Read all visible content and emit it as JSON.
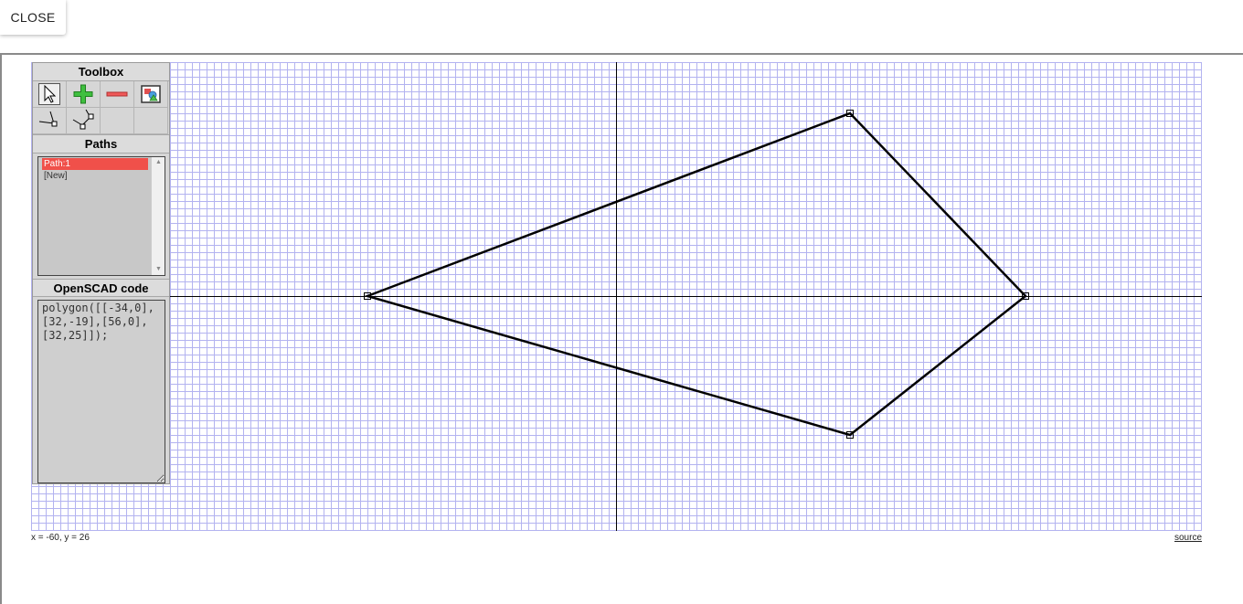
{
  "close_button": {
    "label": "CLOSE"
  },
  "toolbox": {
    "title": "Toolbox",
    "tools": [
      {
        "name": "select-tool",
        "icon": "cursor-arrow-icon",
        "active": true
      },
      {
        "name": "add-point-tool",
        "icon": "green-plus-icon",
        "active": false
      },
      {
        "name": "remove-point-tool",
        "icon": "red-minus-icon",
        "active": false
      },
      {
        "name": "background-image-tool",
        "icon": "image-icon",
        "active": false
      },
      {
        "name": "split-segment-tool",
        "icon": "node-split-icon",
        "active": false
      },
      {
        "name": "insert-node-tool",
        "icon": "node-insert-icon",
        "active": false
      }
    ]
  },
  "paths": {
    "title": "Paths",
    "items": [
      "Path:1",
      "[New]"
    ],
    "selected_index": 0,
    "selected_color": "#f0504a"
  },
  "openscad": {
    "title": "OpenSCAD code",
    "code": "polygon([[-34,0],[32,-19],[56,0],[32,25]]);"
  },
  "canvas": {
    "polygon_points": [
      [
        -34,
        0
      ],
      [
        32,
        25
      ],
      [
        56,
        0
      ],
      [
        32,
        -19
      ]
    ],
    "grid_color": "#b3b3f0",
    "axis_color": "#000000"
  },
  "status": {
    "coords": "x = -60, y = 26",
    "source_label": "source"
  }
}
